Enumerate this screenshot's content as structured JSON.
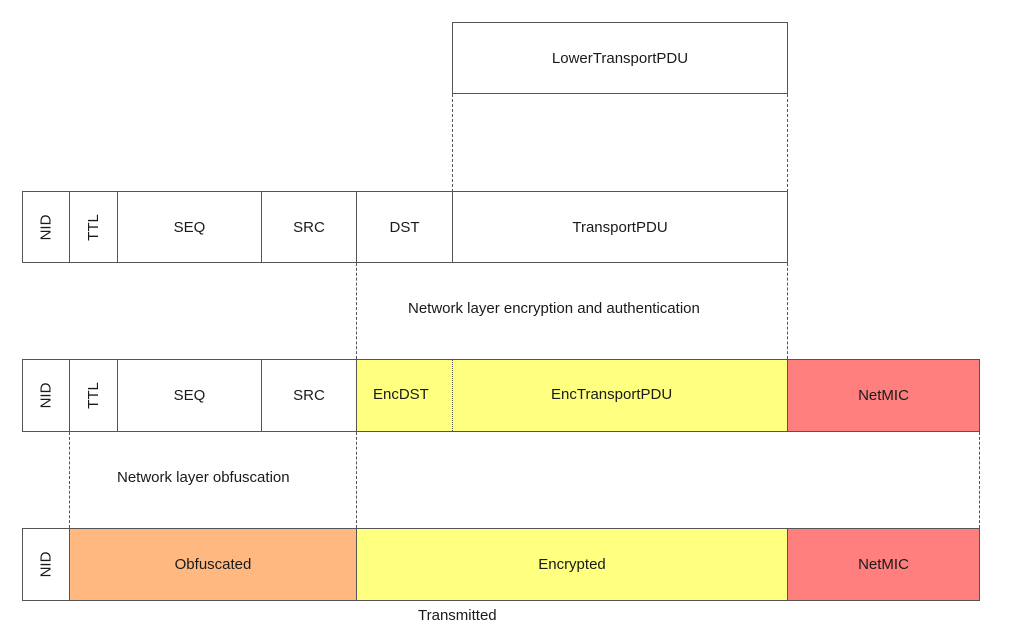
{
  "diagram": {
    "top": {
      "lower_transport_pdu": "LowerTransportPDU"
    },
    "row1": {
      "nid": "NID",
      "ttl": "TTL",
      "seq": "SEQ",
      "src": "SRC",
      "dst": "DST",
      "transport_pdu": "TransportPDU"
    },
    "label_encryption": "Network layer encryption and authentication",
    "row2": {
      "nid": "NID",
      "ttl": "TTL",
      "seq": "SEQ",
      "src": "SRC",
      "enc_dst": "EncDST",
      "enc_transport_pdu": "EncTransportPDU",
      "net_mic": "NetMIC"
    },
    "label_obfuscation": "Network layer obfuscation",
    "row3": {
      "nid": "NID",
      "obfuscated": "Obfuscated",
      "encrypted": "Encrypted",
      "net_mic": "NetMIC"
    },
    "caption_cut": "Transmitted"
  },
  "colors": {
    "encrypted": "#ffff80",
    "net_mic": "#ff7f7f",
    "obfuscated": "#ffb980",
    "border": "#555555"
  }
}
